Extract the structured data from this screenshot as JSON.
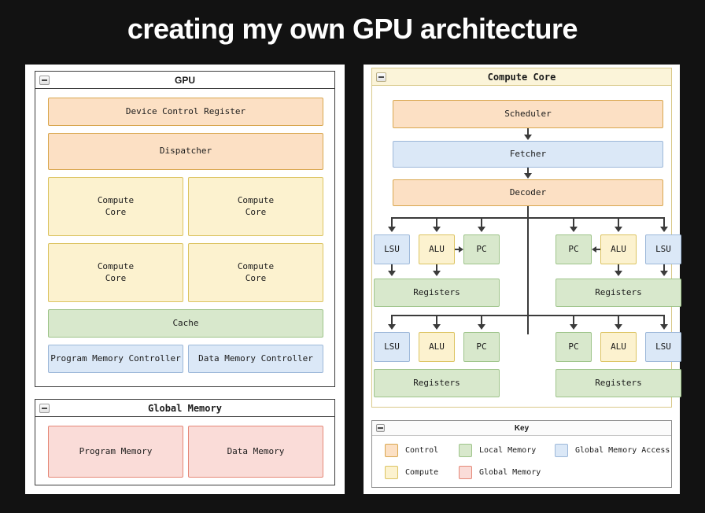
{
  "page": {
    "title": "creating my own GPU architecture",
    "background_color": "#121212",
    "title_color": "#ffffff"
  },
  "palette": {
    "control": "#fce0c4",
    "control_border": "#d9a74f",
    "compute": "#fcf2cf",
    "compute_border": "#dcc462",
    "local_memory": "#d8e8cc",
    "local_memory_border": "#9ec48a",
    "global_memory_access": "#dbe8f7",
    "global_memory_access_border": "#9db8d9",
    "global_memory": "#fadcd8",
    "global_memory_border": "#e58878",
    "connector": "#3b3b3b"
  },
  "left_panel": {
    "gpu_group": {
      "title": "GPU",
      "collapse_icon": "collapse-minus-icon",
      "blocks": {
        "device_control_register": "Device Control Register",
        "dispatcher": "Dispatcher",
        "compute_core_1": "Compute\nCore",
        "compute_core_2": "Compute\nCore",
        "compute_core_3": "Compute\nCore",
        "compute_core_4": "Compute\nCore",
        "cache": "Cache",
        "program_memory_controller": "Program Memory Controller",
        "data_memory_controller": "Data Memory Controller"
      }
    },
    "global_memory_group": {
      "title": "Global Memory",
      "collapse_icon": "collapse-minus-icon",
      "blocks": {
        "program_memory": "Program Memory",
        "data_memory": "Data Memory"
      }
    }
  },
  "right_panel": {
    "compute_core_group": {
      "title": "Compute Core",
      "collapse_icon": "collapse-minus-icon",
      "blocks": {
        "scheduler": "Scheduler",
        "fetcher": "Fetcher",
        "decoder": "Decoder"
      },
      "thread_rows": [
        {
          "units": [
            "LSU",
            "ALU",
            "PC",
            "PC",
            "ALU",
            "LSU"
          ],
          "registers": [
            "Registers",
            "Registers"
          ]
        },
        {
          "units": [
            "LSU",
            "ALU",
            "PC",
            "PC",
            "ALU",
            "LSU"
          ],
          "registers": [
            "Registers",
            "Registers"
          ]
        }
      ]
    },
    "key_group": {
      "title": "Key",
      "collapse_icon": "collapse-minus-icon",
      "items": [
        {
          "label": "Control",
          "color": "#fce0c4",
          "border": "#d9a74f"
        },
        {
          "label": "Local Memory",
          "color": "#d8e8cc",
          "border": "#9ec48a"
        },
        {
          "label": "Global Memory Access",
          "color": "#dbe8f7",
          "border": "#9db8d9"
        },
        {
          "label": "Compute",
          "color": "#fcf2cf",
          "border": "#dcc462"
        },
        {
          "label": "Global Memory",
          "color": "#fadcd8",
          "border": "#e58878"
        }
      ]
    }
  }
}
